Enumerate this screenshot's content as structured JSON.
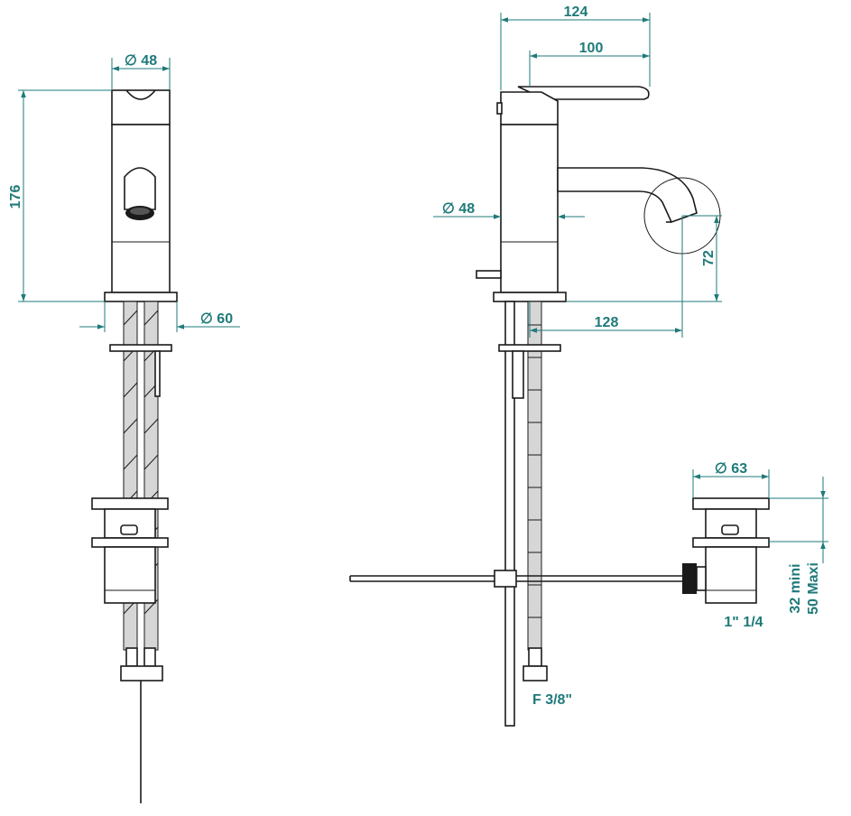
{
  "colors": {
    "line": "#1a1a1a",
    "dimension": "#1f7a7a",
    "hose": "#d6d6d6",
    "background": "#ffffff"
  },
  "front_view": {
    "dim_body_diameter": "∅ 48",
    "dim_height": "176",
    "dim_base_diameter": "∅ 60"
  },
  "side_view": {
    "dim_overall_reach": "124",
    "dim_handle_reach": "100",
    "dim_body_diameter": "∅ 48",
    "dim_spout_height": "72",
    "dim_spout_reach": "128",
    "label_supply_thread": "F 3/8\""
  },
  "waste_view": {
    "dim_waste_diameter": "∅ 63",
    "dim_thickness_min": "32 mini",
    "dim_thickness_max": "50 Maxi",
    "label_waste_thread": "1\" 1/4"
  }
}
